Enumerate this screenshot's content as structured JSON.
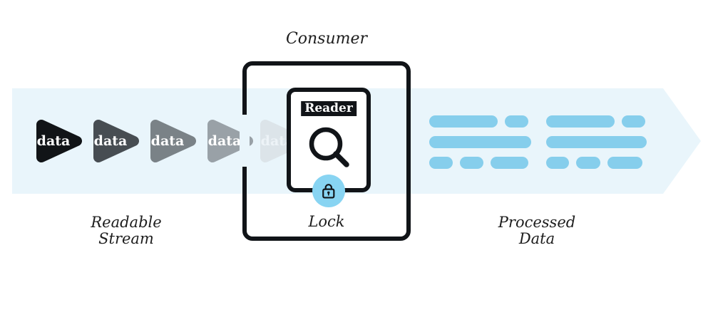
{
  "labels": {
    "consumer": "Consumer",
    "lock": "Lock",
    "reader": "Reader",
    "readable_stream_line1": "Readable",
    "readable_stream_line2": "Stream",
    "processed_data_line1": "Processed",
    "processed_data_line2": "Data"
  },
  "stream": {
    "packets": [
      {
        "label": "data",
        "color": "#111417",
        "text_color": "#ffffff"
      },
      {
        "label": "data",
        "color": "#474d52",
        "text_color": "#ffffff"
      },
      {
        "label": "data",
        "color": "#7a8287",
        "text_color": "#ffffff"
      },
      {
        "label": "data",
        "color": "#99a1a7",
        "text_color": "#ffffff"
      },
      {
        "label": "data",
        "color": "#dce4e9",
        "text_color": "#edf3f7"
      }
    ]
  },
  "processed_data": {
    "bar_color": "#86ceec",
    "groups": [
      {
        "rows": [
          [
            96,
            33
          ],
          [
            143
          ],
          [
            33,
            33,
            53
          ]
        ]
      },
      {
        "rows": [
          [
            96,
            33
          ],
          [
            141
          ],
          [
            32,
            34,
            49
          ]
        ]
      }
    ]
  },
  "colors": {
    "stream_band": "#e9f5fb",
    "outline": "#111418",
    "lock_badge": "#88d4f2"
  }
}
